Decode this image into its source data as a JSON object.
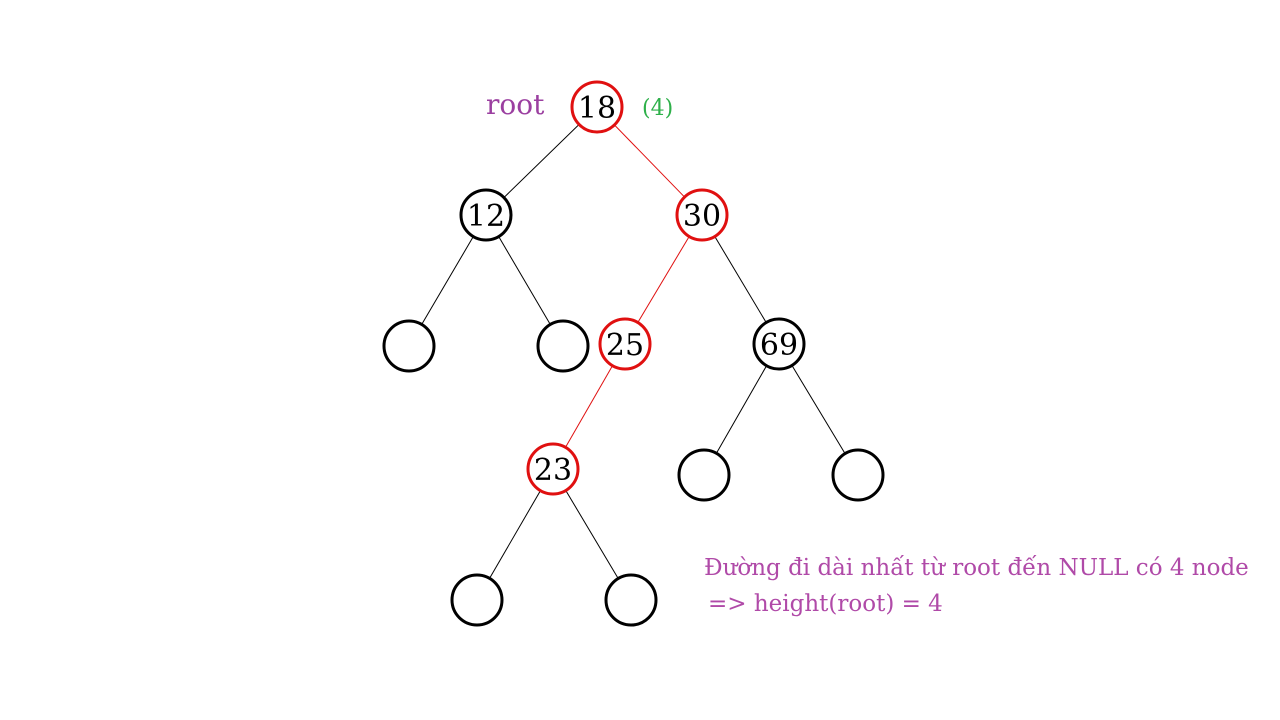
{
  "colors": {
    "highlight": "#e01010",
    "normal": "#000000",
    "root_label": "#9b3fa0",
    "height_label": "#2eb04a",
    "note": "#b04aa8"
  },
  "root_label": "root",
  "root_height": "(4)",
  "nodes": [
    {
      "id": "n18",
      "label": "18",
      "highlight": true
    },
    {
      "id": "n12",
      "label": "12",
      "highlight": false
    },
    {
      "id": "n30",
      "label": "30",
      "highlight": true
    },
    {
      "id": "n12L",
      "label": "",
      "highlight": false
    },
    {
      "id": "n12R",
      "label": "",
      "highlight": false
    },
    {
      "id": "n25",
      "label": "25",
      "highlight": true
    },
    {
      "id": "n69",
      "label": "69",
      "highlight": false
    },
    {
      "id": "n23",
      "label": "23",
      "highlight": true
    },
    {
      "id": "n69L",
      "label": "",
      "highlight": false
    },
    {
      "id": "n69R",
      "label": "",
      "highlight": false
    },
    {
      "id": "n23L",
      "label": "",
      "highlight": false
    },
    {
      "id": "n23R",
      "label": "",
      "highlight": false
    }
  ],
  "edges": [
    {
      "from": "n18",
      "to": "n12",
      "highlight": false
    },
    {
      "from": "n18",
      "to": "n30",
      "highlight": true
    },
    {
      "from": "n12",
      "to": "n12L",
      "highlight": false
    },
    {
      "from": "n12",
      "to": "n12R",
      "highlight": false
    },
    {
      "from": "n30",
      "to": "n25",
      "highlight": true
    },
    {
      "from": "n30",
      "to": "n69",
      "highlight": false
    },
    {
      "from": "n25",
      "to": "n23",
      "highlight": true
    },
    {
      "from": "n69",
      "to": "n69L",
      "highlight": false
    },
    {
      "from": "n69",
      "to": "n69R",
      "highlight": false
    },
    {
      "from": "n23",
      "to": "n23L",
      "highlight": false
    },
    {
      "from": "n23",
      "to": "n23R",
      "highlight": false
    }
  ],
  "note": {
    "line1": "Đường đi dài nhất từ root đến NULL có 4 node",
    "line2": "=> height(root) = 4"
  }
}
